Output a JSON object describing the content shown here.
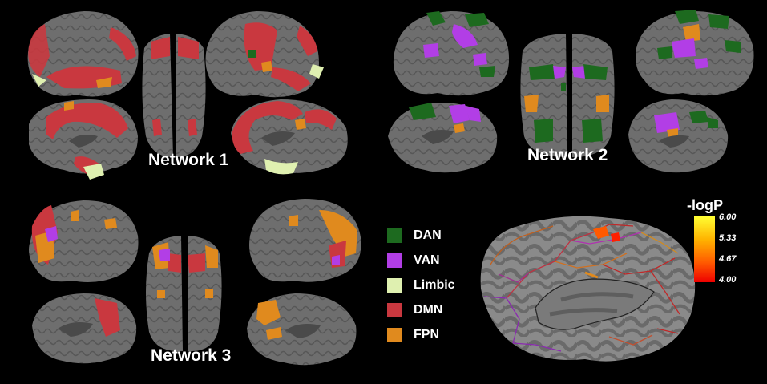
{
  "panels": [
    {
      "label": "Network 1"
    },
    {
      "label": "Network 2"
    },
    {
      "label": "Network 3"
    }
  ],
  "legend": [
    {
      "name": "DAN",
      "color": "#1d6a1f"
    },
    {
      "name": "VAN",
      "color": "#b23ee6"
    },
    {
      "name": "Limbic",
      "color": "#dff0b0"
    },
    {
      "name": "DMN",
      "color": "#c9383f"
    },
    {
      "name": "FPN",
      "color": "#e08a1e"
    }
  ],
  "colorbar": {
    "title": "-logP",
    "ticks": [
      "6.00",
      "5.33",
      "4.67",
      "4.00"
    ],
    "gradient": [
      "#ffff33",
      "#ffb300",
      "#ff5a00",
      "#ee0000"
    ]
  },
  "colors": {
    "background": "#000000",
    "cortex": "#6e6e6e",
    "sulcus": "#4a4a4a"
  }
}
